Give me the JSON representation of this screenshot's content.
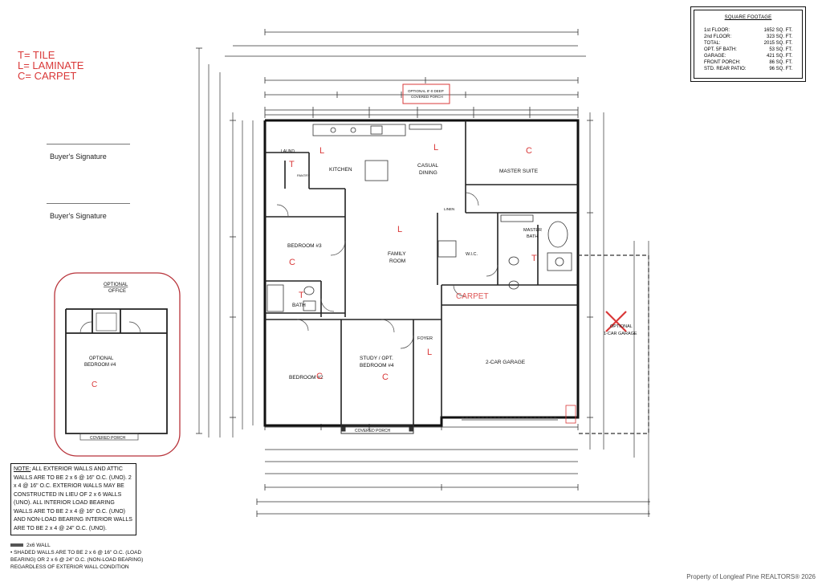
{
  "legend": {
    "tile": "T= TILE",
    "laminate": "L= LAMINATE",
    "carpet": "C= CARPET",
    "color": "#d93838"
  },
  "signatures": [
    "Buyer's Signature",
    "Buyer's Signature"
  ],
  "square_footage": {
    "title": "SQUARE FOOTAGE",
    "rows": [
      {
        "label": "1st FLOOR:",
        "value": "1652 SQ. FT."
      },
      {
        "label": "2nd FLOOR:",
        "value": "323 SQ. FT."
      },
      {
        "label": "TOTAL:",
        "value": "2015 SQ. FT."
      },
      {
        "label": "OPT. 5F BATH:",
        "value": "53 SQ. FT."
      },
      {
        "label": "GARAGE:",
        "value": "421 SQ. FT."
      },
      {
        "label": "FRONT PORCH:",
        "value": "86 SQ. FT."
      },
      {
        "label": "STD. REAR PATIO:",
        "value": "96 SQ. FT."
      }
    ]
  },
  "optional_office": {
    "title_line1": "OPTIONAL",
    "title_line2": "OFFICE",
    "room_line1": "OPTIONAL",
    "room_line2": "BEDROOM #4",
    "floor": "C",
    "porch": "COVERED PORCH"
  },
  "rooms": {
    "kitchen": "KITCHEN",
    "casual_dining": "CASUAL",
    "casual_dining2": "DINING",
    "master_suite": "MASTER SUITE",
    "bedroom3": "BEDROOM #3",
    "family_room": "FAMILY",
    "family_room2": "ROOM",
    "bath": "BATH",
    "master_bath": "MASTER",
    "master_bath2": "BATH",
    "wic": "W.I.C.",
    "bedroom2": "BEDROOM #2",
    "study": "STUDY / OPT.",
    "study2": "BEDROOM #4",
    "foyer": "FOYER",
    "garage": "2-CAR GARAGE",
    "optional_garage": "OPTIONAL",
    "optional_garage2": "1-CAR GARAGE",
    "covered_porch": "COVERED PORCH",
    "covered_porch_small": "COVERED PORCH",
    "opt_porch1": "OPTIONAL 8'-0 DEEP",
    "opt_porch2": "COVERED PORCH",
    "laundry": "LAUND.",
    "pantry": "PANTRY",
    "linen": "LINEN"
  },
  "floor_marks": {
    "kitchen": "L",
    "dining": "L",
    "master": "C",
    "laundry": "T",
    "family": "L",
    "bedroom3": "C",
    "master_bath": "T",
    "bath": "T",
    "bedroom2": "C",
    "study": "C",
    "foyer": "L",
    "wic": "CARPET"
  },
  "note": {
    "label": "NOTE:",
    "text": "ALL EXTERIOR WALLS AND ATTIC WALLS ARE TO BE 2 x 6 @ 16\" O.C. (UNO). 2 x 4 @ 16\" O.C. EXTERIOR WALLS MAY BE CONSTRUCTED IN LIEU OF 2 x 6 WALLS (UNO). ALL INTERIOR LOAD BEARING WALLS ARE TO BE 2 x 4 @ 16\" O.C. (UNO) AND NON-LOAD BEARING INTERIOR WALLS ARE TO BE 2 x 4 @ 24\" O.C. (UNO)."
  },
  "wall_legend": {
    "swatch_label": "2x6 WALL",
    "text": "• SHADED WALLS ARE TO BE 2 x 6 @ 16\" O.C. (LOAD BEARING) OR 2 x 6 @ 24\" O.C. (NON-LOAD BEARING) REGARDLESS OF EXTERIOR WALL CONDITION"
  },
  "copyright": "Property of Longleaf Pine REALTORS® 2026"
}
